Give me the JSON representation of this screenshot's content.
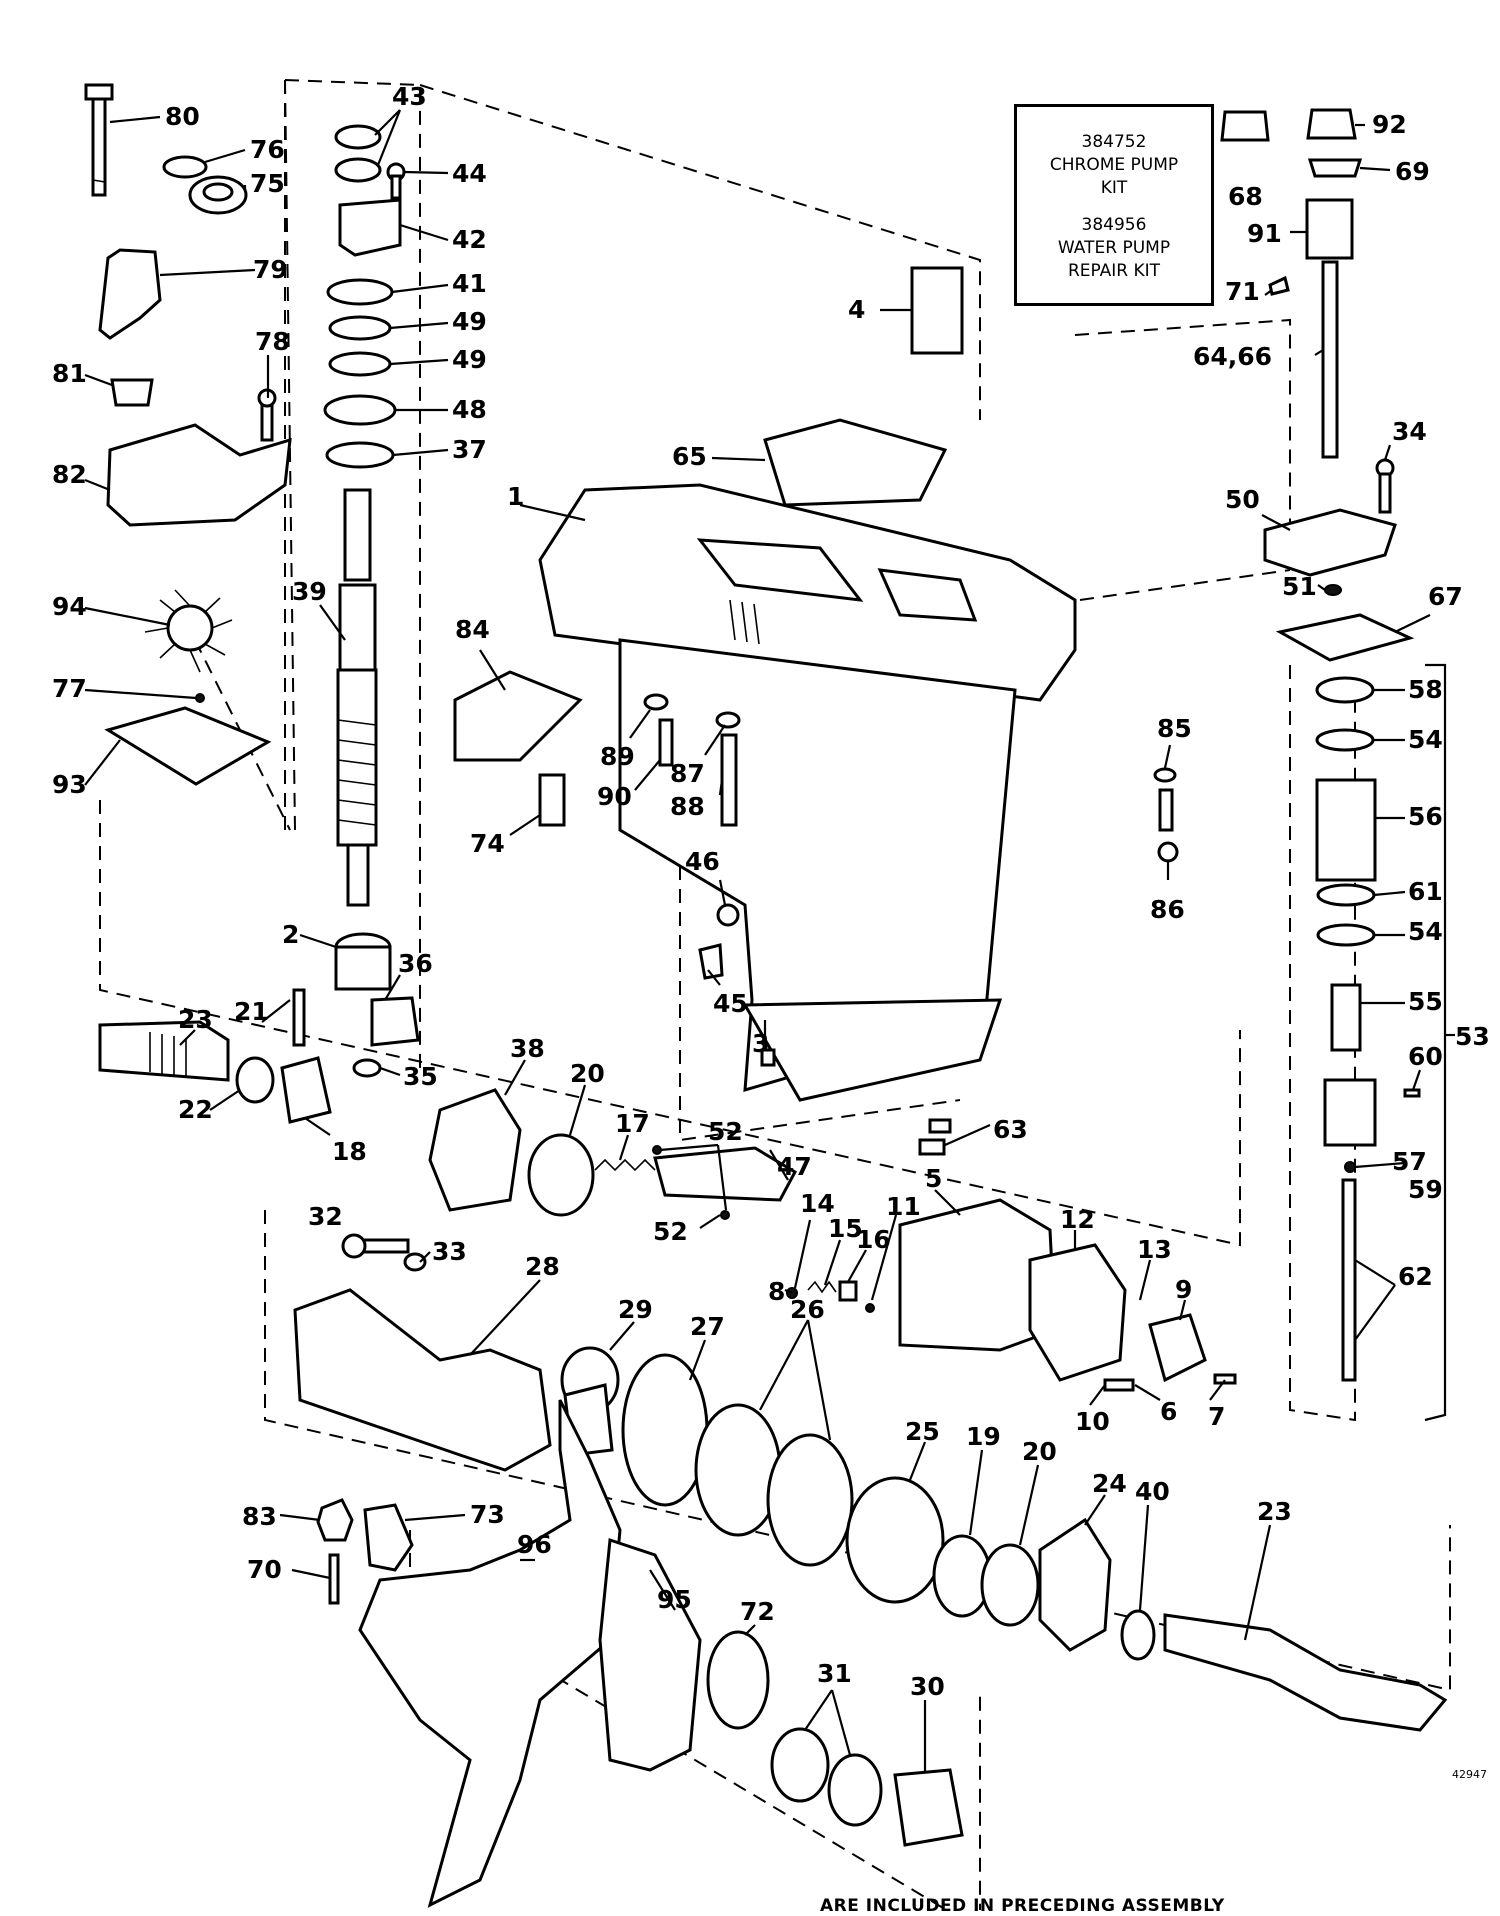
{
  "kit_box": {
    "kits": [
      {
        "number": "384752",
        "line1": "CHROME PUMP",
        "line2": "KIT"
      },
      {
        "number": "384956",
        "line1": "WATER PUMP",
        "line2": "REPAIR KIT"
      }
    ]
  },
  "plate_number": "42947",
  "footnote": "ARE INCLUDED IN PRECEDING ASSEMBLY",
  "callouts": [
    {
      "id": "c80",
      "label": "80"
    },
    {
      "id": "c76",
      "label": "76"
    },
    {
      "id": "c75",
      "label": "75"
    },
    {
      "id": "c79",
      "label": "79"
    },
    {
      "id": "c78",
      "label": "78"
    },
    {
      "id": "c81",
      "label": "81"
    },
    {
      "id": "c82",
      "label": "82"
    },
    {
      "id": "c94",
      "label": "94"
    },
    {
      "id": "c77",
      "label": "77"
    },
    {
      "id": "c93",
      "label": "93"
    },
    {
      "id": "c43",
      "label": "43"
    },
    {
      "id": "c44",
      "label": "44"
    },
    {
      "id": "c42",
      "label": "42"
    },
    {
      "id": "c41",
      "label": "41"
    },
    {
      "id": "c49a",
      "label": "49"
    },
    {
      "id": "c49b",
      "label": "49"
    },
    {
      "id": "c48",
      "label": "48"
    },
    {
      "id": "c37",
      "label": "37"
    },
    {
      "id": "c39",
      "label": "39"
    },
    {
      "id": "c2",
      "label": "2"
    },
    {
      "id": "c36",
      "label": "36"
    },
    {
      "id": "c35",
      "label": "35"
    },
    {
      "id": "c21",
      "label": "21"
    },
    {
      "id": "c23a",
      "label": "23"
    },
    {
      "id": "c22",
      "label": "22"
    },
    {
      "id": "c18",
      "label": "18"
    },
    {
      "id": "c4",
      "label": "4"
    },
    {
      "id": "c65",
      "label": "65"
    },
    {
      "id": "c1",
      "label": "1"
    },
    {
      "id": "c84",
      "label": "84"
    },
    {
      "id": "c74",
      "label": "74"
    },
    {
      "id": "c89",
      "label": "89"
    },
    {
      "id": "c90",
      "label": "90"
    },
    {
      "id": "c87",
      "label": "87"
    },
    {
      "id": "c88",
      "label": "88"
    },
    {
      "id": "c46",
      "label": "46"
    },
    {
      "id": "c45",
      "label": "45"
    },
    {
      "id": "c3",
      "label": "3"
    },
    {
      "id": "c85",
      "label": "85"
    },
    {
      "id": "c86",
      "label": "86"
    },
    {
      "id": "c63",
      "label": "63"
    },
    {
      "id": "c68",
      "label": "68"
    },
    {
      "id": "c92",
      "label": "92"
    },
    {
      "id": "c69",
      "label": "69"
    },
    {
      "id": "c91",
      "label": "91"
    },
    {
      "id": "c71",
      "label": "71"
    },
    {
      "id": "c6466",
      "label": "64,66"
    },
    {
      "id": "c34",
      "label": "34"
    },
    {
      "id": "c50",
      "label": "50"
    },
    {
      "id": "c51",
      "label": "51"
    },
    {
      "id": "c67",
      "label": "67"
    },
    {
      "id": "c58",
      "label": "58"
    },
    {
      "id": "c54a",
      "label": "54"
    },
    {
      "id": "c56",
      "label": "56"
    },
    {
      "id": "c61",
      "label": "61"
    },
    {
      "id": "c54b",
      "label": "54"
    },
    {
      "id": "c55",
      "label": "55"
    },
    {
      "id": "c53",
      "label": "53"
    },
    {
      "id": "c60",
      "label": "60"
    },
    {
      "id": "c57",
      "label": "57"
    },
    {
      "id": "c59",
      "label": "59"
    },
    {
      "id": "c62",
      "label": "62"
    },
    {
      "id": "c38",
      "label": "38"
    },
    {
      "id": "c20a",
      "label": "20"
    },
    {
      "id": "c17",
      "label": "17"
    },
    {
      "id": "c52a",
      "label": "52"
    },
    {
      "id": "c47",
      "label": "47"
    },
    {
      "id": "c52b",
      "label": "52"
    },
    {
      "id": "c14",
      "label": "14"
    },
    {
      "id": "c15",
      "label": "15"
    },
    {
      "id": "c16",
      "label": "16"
    },
    {
      "id": "c11",
      "label": "11"
    },
    {
      "id": "c8",
      "label": "8"
    },
    {
      "id": "c5",
      "label": "5"
    },
    {
      "id": "c12",
      "label": "12"
    },
    {
      "id": "c13",
      "label": "13"
    },
    {
      "id": "c9",
      "label": "9"
    },
    {
      "id": "c10",
      "label": "10"
    },
    {
      "id": "c6",
      "label": "6"
    },
    {
      "id": "c7",
      "label": "7"
    },
    {
      "id": "c32",
      "label": "32"
    },
    {
      "id": "c33",
      "label": "33"
    },
    {
      "id": "c28",
      "label": "28"
    },
    {
      "id": "c29",
      "label": "29"
    },
    {
      "id": "c27",
      "label": "27"
    },
    {
      "id": "c26",
      "label": "26"
    },
    {
      "id": "c25",
      "label": "25"
    },
    {
      "id": "c19",
      "label": "19"
    },
    {
      "id": "c20b",
      "label": "20"
    },
    {
      "id": "c24",
      "label": "24"
    },
    {
      "id": "c40",
      "label": "40"
    },
    {
      "id": "c23b",
      "label": "23"
    },
    {
      "id": "c83",
      "label": "83"
    },
    {
      "id": "c73",
      "label": "73"
    },
    {
      "id": "c70",
      "label": "70"
    },
    {
      "id": "c96",
      "label": "96"
    },
    {
      "id": "c95",
      "label": "95"
    },
    {
      "id": "c72",
      "label": "72"
    },
    {
      "id": "c31",
      "label": "31"
    },
    {
      "id": "c30",
      "label": "30"
    }
  ]
}
